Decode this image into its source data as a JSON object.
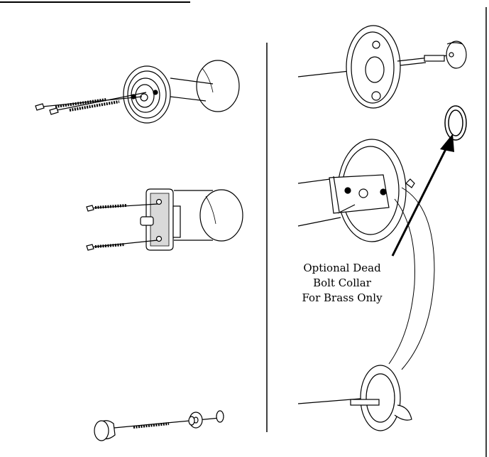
{
  "callout": {
    "lines": [
      "Optional Dead",
      "Bolt Collar",
      "For Brass Only"
    ]
  },
  "colors": {
    "ink": "#000000",
    "paper": "#ffffff",
    "shade": "#d9d9d9"
  },
  "icons": [
    "top-rule",
    "door-edge-line",
    "deadbolt-exploded-view",
    "strike-plate-exploded-view",
    "handleset-assembly",
    "dead-bolt-collar",
    "arrow",
    "knob-exploded-view"
  ]
}
